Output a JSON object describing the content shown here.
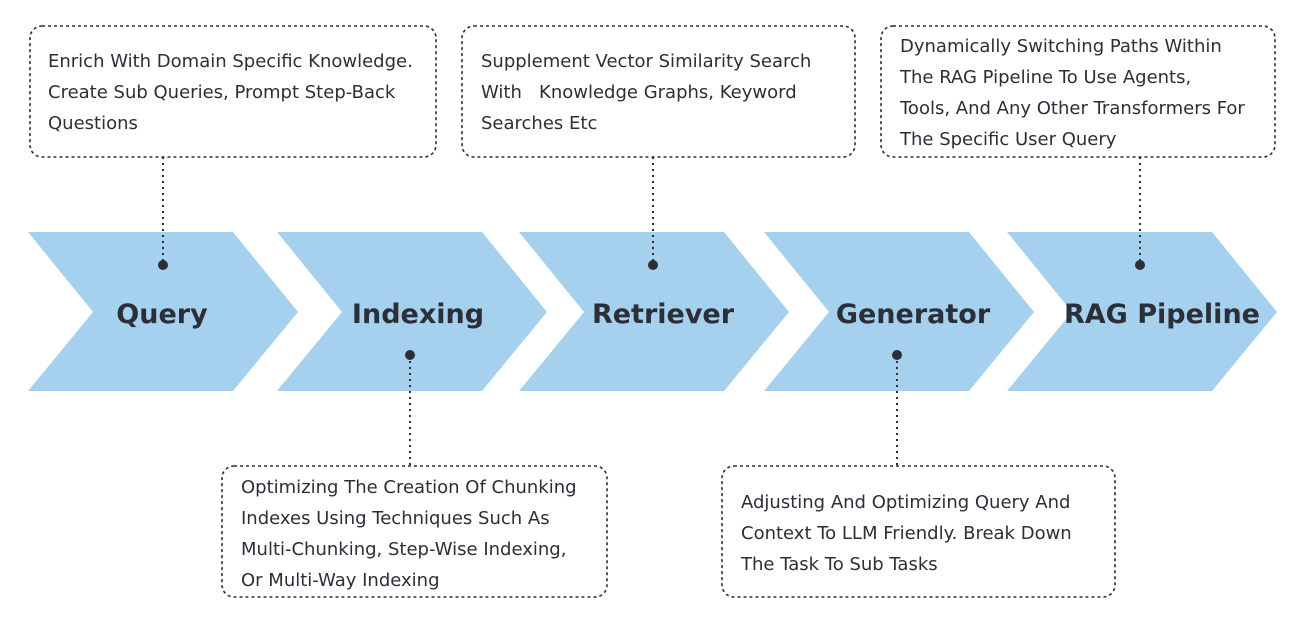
{
  "colors": {
    "chevron_fill": "#a6d1ee",
    "text": "#2a2f38",
    "border": "#2a2f38",
    "background": "#ffffff"
  },
  "stages": [
    {
      "label": "Query"
    },
    {
      "label": "Indexing"
    },
    {
      "label": "Retriever"
    },
    {
      "label": "Generator"
    },
    {
      "label": "RAG Pipeline"
    }
  ],
  "notes": {
    "query": [
      "Enrich With Domain Specific Knowledge.",
      "Create Sub Queries, Prompt Step-Back",
      "Questions"
    ],
    "indexing": [
      "Optimizing The Creation Of Chunking",
      "Indexes Using Techniques Such As",
      "Multi-Chunking, Step-Wise Indexing,",
      "Or Multi-Way Indexing"
    ],
    "retriever": [
      "Supplement Vector Similarity Search",
      "With   Knowledge Graphs, Keyword",
      "Searches Etc"
    ],
    "generator": [
      "Adjusting And Optimizing Query And",
      "Context To LLM Friendly. Break Down",
      "The Task To Sub Tasks"
    ],
    "rag_pipeline": [
      "Dynamically Switching Paths Within",
      "The RAG Pipeline To Use Agents,",
      "Tools, And Any Other Transformers For",
      "The Specific User Query"
    ]
  }
}
